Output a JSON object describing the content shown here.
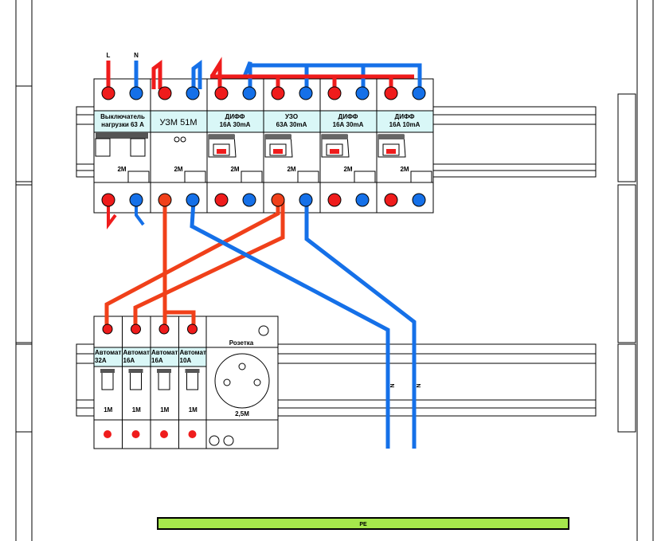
{
  "diagram": {
    "terminals": {
      "l": "L",
      "n": "N"
    },
    "top_row": [
      {
        "line1": "Выключатель",
        "line2": "нагрузки 63 А",
        "size": "2M"
      },
      {
        "line1": "УЗМ 51М",
        "line2": "",
        "size": "2M"
      },
      {
        "line1": "ДИФФ",
        "line2": "16А 30mA",
        "size": "2M"
      },
      {
        "line1": "УЗО",
        "line2": "63А 30mA",
        "size": "2M"
      },
      {
        "line1": "ДИФФ",
        "line2": "16А 30mA",
        "size": "2M"
      },
      {
        "line1": "ДИФФ",
        "line2": "16А 10mA",
        "size": "2M"
      }
    ],
    "bottom_row": [
      {
        "line1": "Автомат",
        "line2": "32А",
        "size": "1M"
      },
      {
        "line1": "Автомат",
        "line2": "16А",
        "size": "1M"
      },
      {
        "line1": "Автомат",
        "line2": "16А",
        "size": "1M"
      },
      {
        "line1": "Автомат",
        "line2": "10А",
        "size": "1M"
      }
    ],
    "socket": {
      "label": "Розетка",
      "size": "2,5M"
    },
    "n_bus_left": "N",
    "n_bus_right": "N",
    "pe_bus": "PE",
    "colors": {
      "phase": "#ef1c1c",
      "phase_bottom": "#f0401a",
      "neutral": "#1570e8",
      "pe": "#a6e84c"
    }
  }
}
